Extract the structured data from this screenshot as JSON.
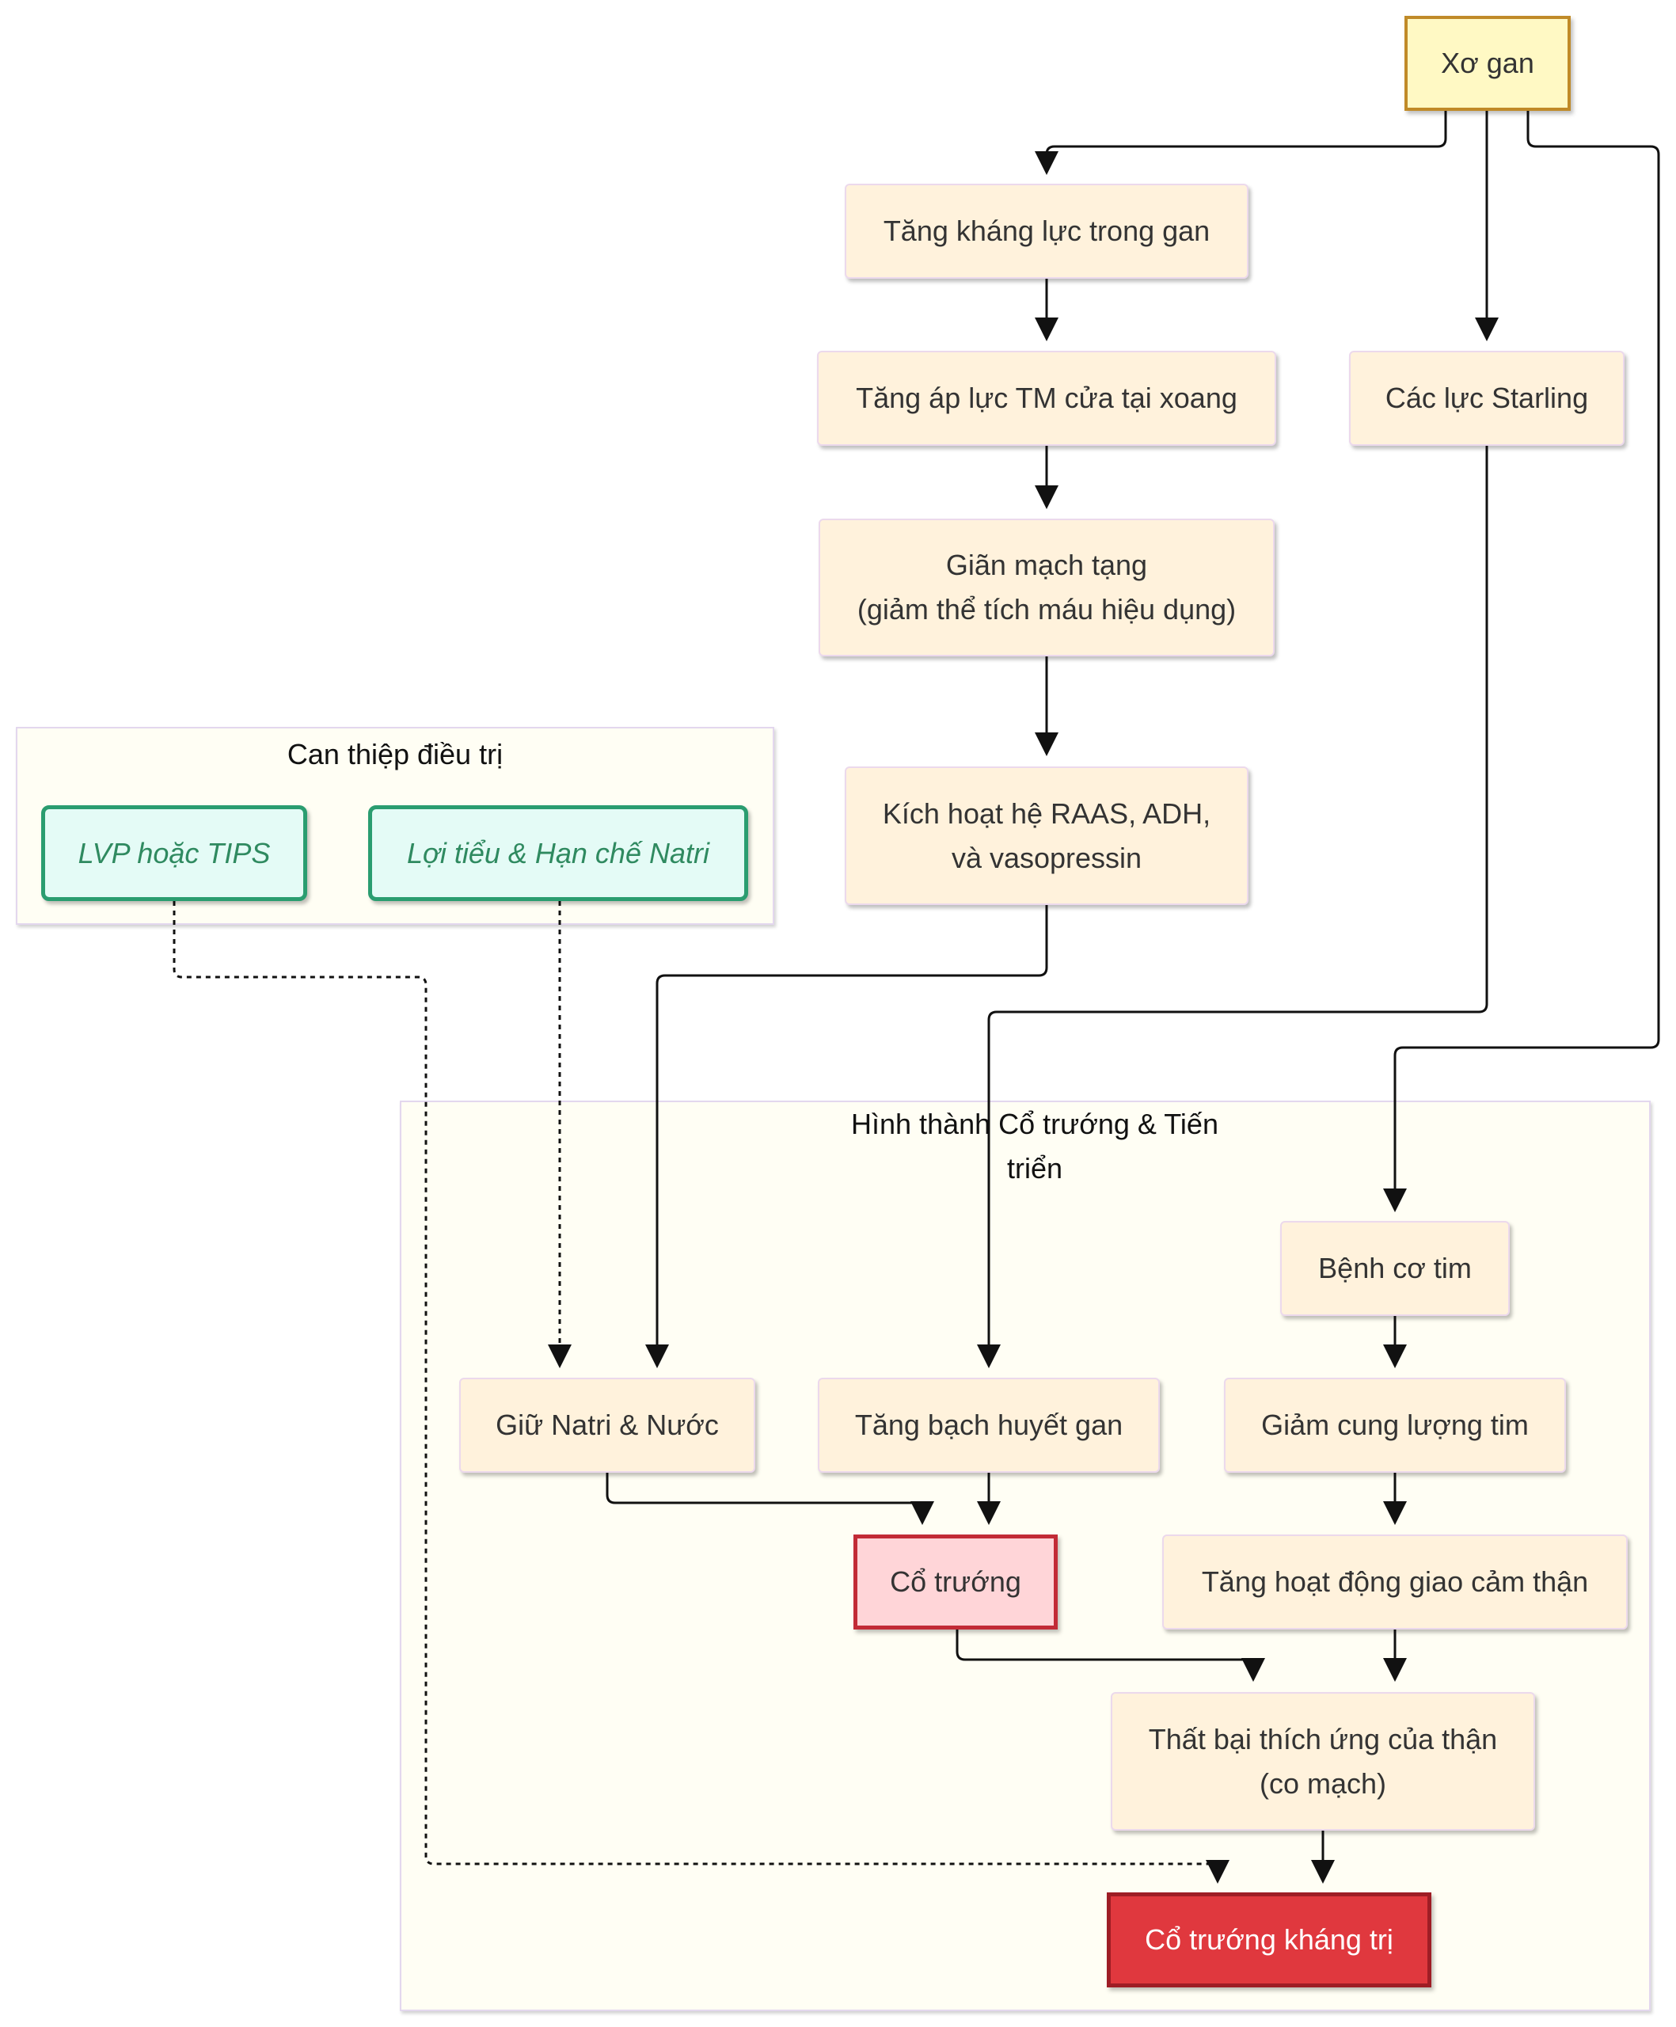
{
  "colors": {
    "root_fill": "#fff9c4",
    "root_border": "#c08a28",
    "node_fill": "#fff2dc",
    "treatment_fill": "#e4fbf6",
    "treatment_border": "#2a9d70",
    "ascites_fill": "#ffd5d8",
    "ascites_border": "#c22b36",
    "refractory_fill": "#e0383e",
    "refractory_border": "#9e1d25",
    "edge": "#111111"
  },
  "clusters": {
    "treatment_title": "Can thiệp điều trị",
    "formation_title": "Hình thành Cổ trướng & Tiến\ntriển"
  },
  "nodes": {
    "xo_gan": "Xơ gan",
    "tang_khang_luc": "Tăng kháng lực trong gan",
    "tang_ap_luc": "Tăng áp lực TM cửa tại xoang",
    "cac_luc_starling": "Các lực Starling",
    "gian_mach_tang": "Giãn mạch tạng\n(giảm thể tích máu hiệu dụng)",
    "kich_hoat_raas": "Kích hoạt hệ RAAS, ADH,\nvà vasopressin",
    "lvp_tips": "LVP hoặc TIPS",
    "loi_tieu": "Lợi tiểu & Hạn chế Natri",
    "benh_co_tim": "Bệnh cơ tim",
    "giu_natri": "Giữ Natri & Nước",
    "tang_bach_huyet": "Tăng bạch huyết gan",
    "giam_cung_luong": "Giảm cung lượng tim",
    "co_truong": "Cổ trướng",
    "tang_giao_cam": "Tăng hoạt động giao cảm thận",
    "that_bai_than": "Thất bại thích ứng của thận\n(co mạch)",
    "co_truong_khang_tri": "Cổ trướng kháng trị"
  },
  "edges": [
    {
      "from": "xo_gan",
      "to": "tang_khang_luc",
      "style": "solid"
    },
    {
      "from": "xo_gan",
      "to": "cac_luc_starling",
      "style": "solid"
    },
    {
      "from": "xo_gan",
      "to": "benh_co_tim",
      "style": "solid"
    },
    {
      "from": "tang_khang_luc",
      "to": "tang_ap_luc",
      "style": "solid"
    },
    {
      "from": "tang_ap_luc",
      "to": "gian_mach_tang",
      "style": "solid"
    },
    {
      "from": "gian_mach_tang",
      "to": "kich_hoat_raas",
      "style": "solid"
    },
    {
      "from": "kich_hoat_raas",
      "to": "giu_natri",
      "style": "solid"
    },
    {
      "from": "cac_luc_starling",
      "to": "tang_bach_huyet",
      "style": "solid"
    },
    {
      "from": "loi_tieu",
      "to": "giu_natri",
      "style": "dotted"
    },
    {
      "from": "lvp_tips",
      "to": "co_truong_khang_tri",
      "style": "dotted"
    },
    {
      "from": "benh_co_tim",
      "to": "giam_cung_luong",
      "style": "solid"
    },
    {
      "from": "giam_cung_luong",
      "to": "tang_giao_cam",
      "style": "solid"
    },
    {
      "from": "giu_natri",
      "to": "co_truong",
      "style": "solid"
    },
    {
      "from": "tang_bach_huyet",
      "to": "co_truong",
      "style": "solid"
    },
    {
      "from": "co_truong",
      "to": "that_bai_than",
      "style": "solid"
    },
    {
      "from": "tang_giao_cam",
      "to": "that_bai_than",
      "style": "solid"
    },
    {
      "from": "that_bai_than",
      "to": "co_truong_khang_tri",
      "style": "solid"
    }
  ]
}
